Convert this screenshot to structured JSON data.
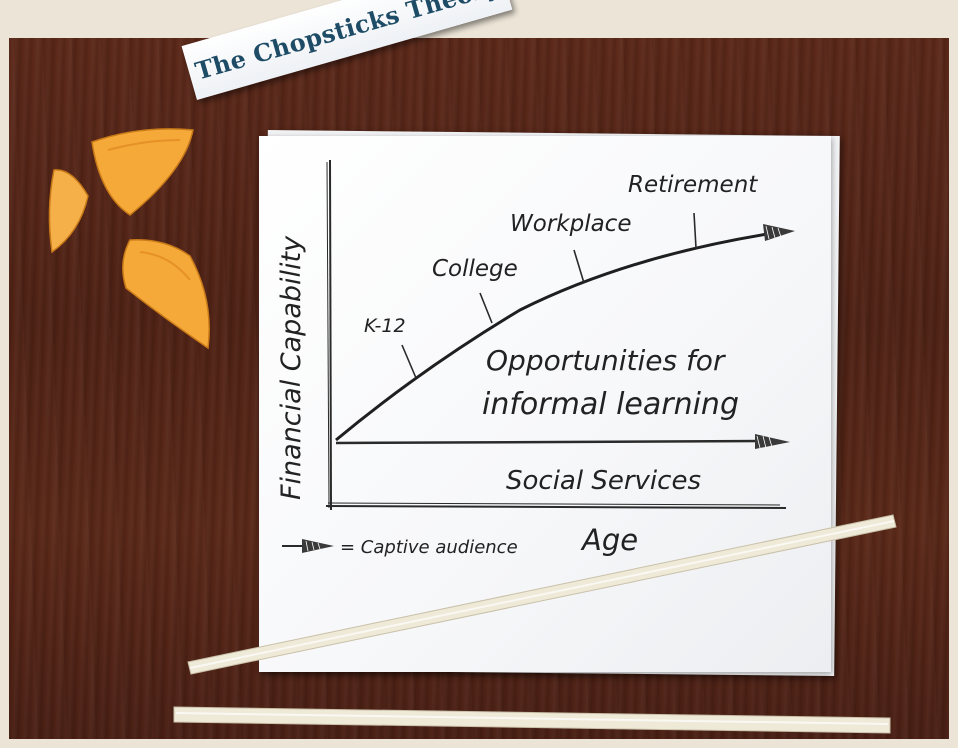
{
  "banner_title": "The Chopsticks Theory",
  "axes": {
    "y_label": "Financial Capability",
    "x_label": "Age"
  },
  "stages": [
    {
      "label": "K-12"
    },
    {
      "label": "College"
    },
    {
      "label": "Workplace"
    },
    {
      "label": "Retirement"
    }
  ],
  "curve_caption_line1": "Opportunities for",
  "curve_caption_line2": "informal learning",
  "baseline_label": "Social Services",
  "legend_text": "= Captive audience",
  "colors": {
    "wood": "#4f2215",
    "paper": "#f6f7f9",
    "ink": "#222222",
    "banner_text": "#1e4c66",
    "cookie": "#f4a938",
    "chopstick": "#efe9d8"
  }
}
